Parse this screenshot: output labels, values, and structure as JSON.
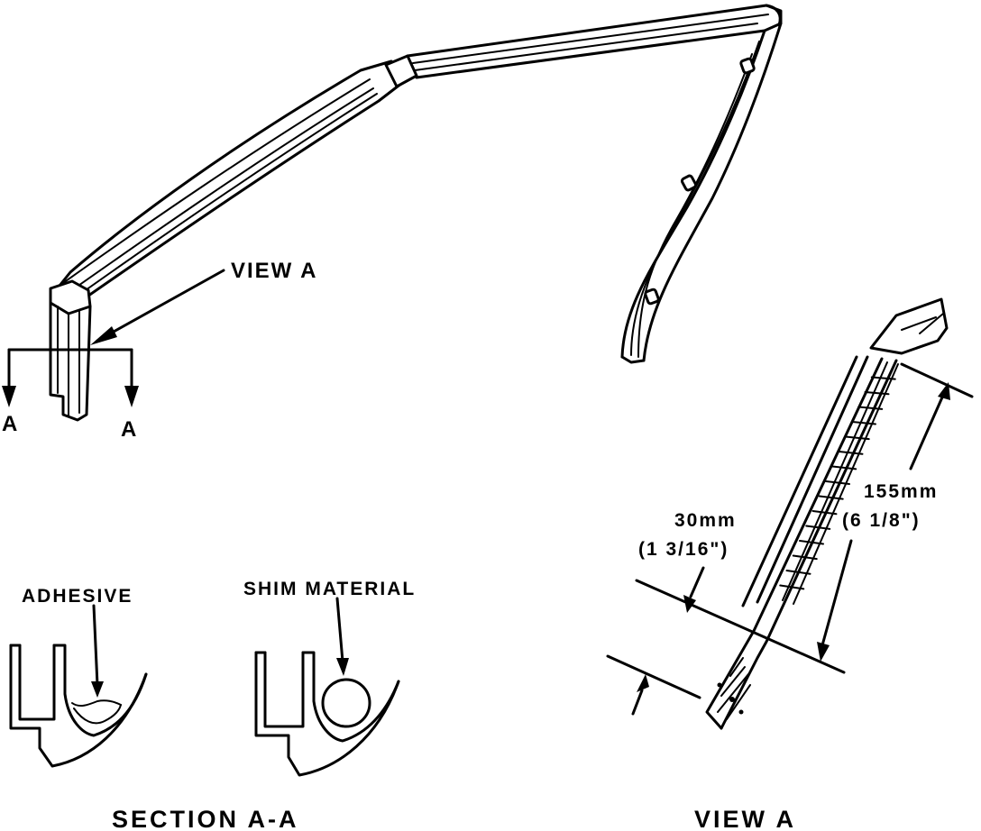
{
  "labels": {
    "view_a_top": "VIEW A",
    "section_marker_left": "A",
    "section_marker_right": "A",
    "adhesive": "ADHESIVE",
    "shim_material": "SHIM MATERIAL",
    "section_caption": "SECTION A-A",
    "view_a_caption": "VIEW A",
    "dim_30_metric": "30mm",
    "dim_30_imperial": "(1 3/16\")",
    "dim_155_metric": "155mm",
    "dim_155_imperial": "(6 1/8\")"
  },
  "colors": {
    "ink": "#000000",
    "paper": "#ffffff"
  }
}
